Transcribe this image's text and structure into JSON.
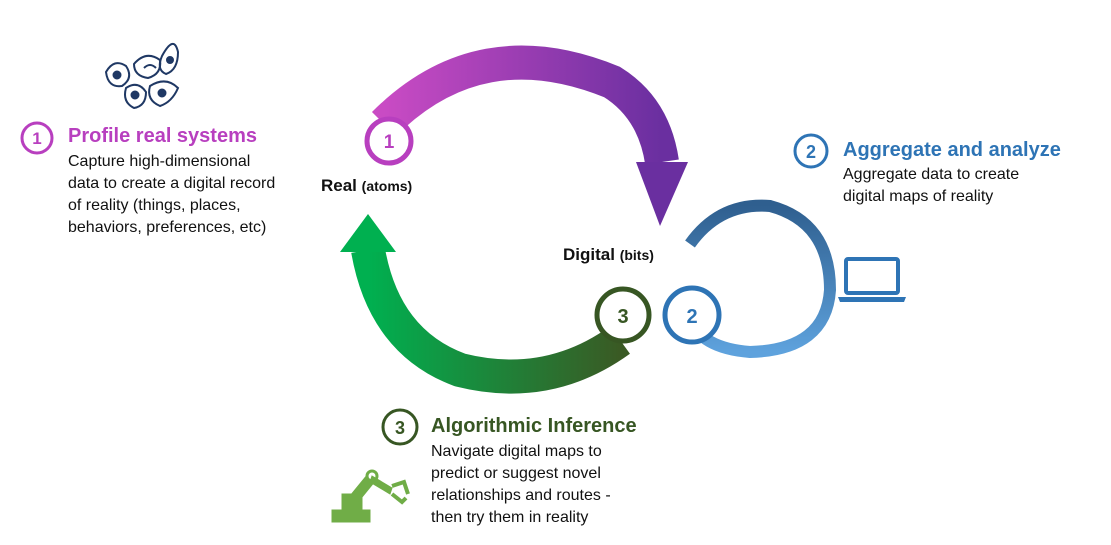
{
  "colors": {
    "purple": "#b83fbf",
    "purple_dark": "#6b36a8",
    "blue": "#2e74b5",
    "blue_light": "#5b9bd5",
    "green": "#00b050",
    "green_dark": "#375623",
    "navy": "#1f3864"
  },
  "steps": [
    {
      "number": "1",
      "title": "Profile real systems",
      "lines": [
        "Capture high-dimensional",
        "data to create a digital record",
        "of reality (things, places,",
        "behaviors, preferences, etc)"
      ],
      "icon": "cells-icon"
    },
    {
      "number": "2",
      "title": "Aggregate and analyze",
      "lines": [
        "Aggregate data to create",
        "digital maps of reality"
      ],
      "icon": "laptop-icon"
    },
    {
      "number": "3",
      "title": "Algorithmic Inference",
      "lines": [
        "Navigate digital maps to",
        "predict or suggest novel",
        "relationships and routes -",
        "then try them in reality"
      ],
      "icon": "robot-arm-icon"
    }
  ],
  "cycle": {
    "real_label": "Real",
    "real_sub": "(atoms)",
    "digital_label": "Digital",
    "digital_sub": "(bits)",
    "markers": [
      "1",
      "2",
      "3"
    ]
  }
}
